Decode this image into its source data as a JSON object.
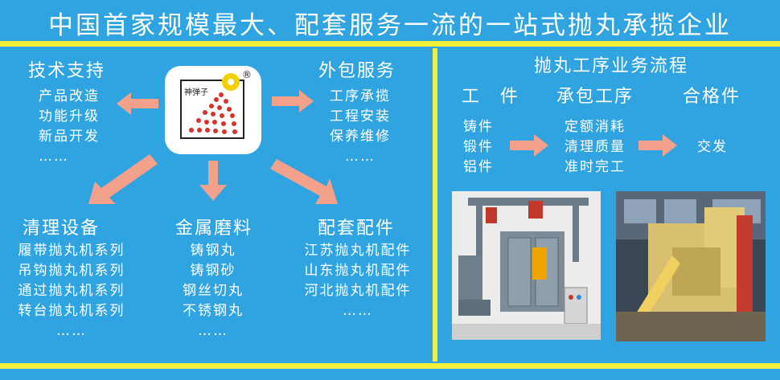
{
  "headline": "中国首家规模最大、配套服务一流的一站式抛丸承揽企业",
  "logo": {
    "text": "神弹子",
    "mark": "®"
  },
  "tech_support": {
    "title": "技术支持",
    "items": [
      "产品改造",
      "功能升级",
      "新品开发",
      "……"
    ]
  },
  "outsourcing": {
    "title": "外包服务",
    "items": [
      "工序承揽",
      "工程安装",
      "保养维修",
      "……"
    ]
  },
  "cleaning_equipment": {
    "title": "清理设备",
    "items": [
      "履带抛丸机系列",
      "吊钩抛丸机系列",
      "通过抛丸机系列",
      "转台抛丸机系列",
      "……"
    ]
  },
  "metal_abrasive": {
    "title": "金属磨料",
    "items": [
      "铸钢丸",
      "铸钢砂",
      "钢丝切丸",
      "不锈钢丸",
      "……"
    ]
  },
  "accessories": {
    "title": "配套配件",
    "items": [
      "江苏抛丸机配件",
      "山东抛丸机配件",
      "河北抛丸机配件",
      "……"
    ]
  },
  "process": {
    "title": "抛丸工序业务流程",
    "columns": [
      "工　件",
      "承包工序",
      "合格件"
    ],
    "workpieces": [
      "铸件",
      "锻件",
      "铝件"
    ],
    "steps": [
      "定额消耗",
      "清理质量",
      "准时完工"
    ],
    "result": "交发"
  },
  "colors": {
    "background": "#2fa4e0",
    "divider": "#f5ef3a",
    "arrow": "#f4a18c"
  },
  "icons": [
    "arrow-left-icon",
    "arrow-right-icon",
    "arrow-down-left-icon",
    "arrow-down-icon",
    "arrow-down-right-icon"
  ]
}
